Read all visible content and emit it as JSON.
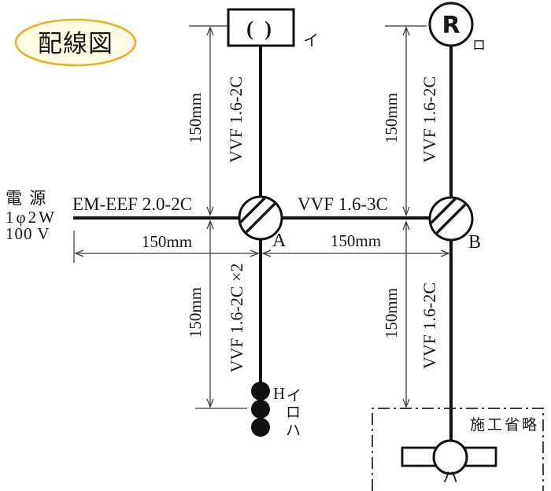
{
  "badge": {
    "label": "配線図"
  },
  "colors": {
    "badge_fill": "#FFFCE3",
    "badge_border": "#EDAF26",
    "ink": "#171717"
  },
  "power": {
    "lines": [
      "電 源",
      "1φ2W",
      "100 V"
    ]
  },
  "cables": {
    "power_feed": "EM-EEF 2.0-2C",
    "a_to_b": "VVF 1.6-3C",
    "a_up": "VVF 1.6-2C",
    "b_up": "VVF 1.6-2C",
    "a_down": "VVF 1.6-2C ×2",
    "b_down": "VVF 1.6-2C"
  },
  "dims": {
    "tl": "150mm",
    "tr": "150mm",
    "left_h": "150mm",
    "ab_h": "150mm",
    "bl": "150mm",
    "br": "150mm"
  },
  "devices": {
    "ceiling_light": {
      "symbol": "( )",
      "label": "イ"
    },
    "receptacle": {
      "symbol": "R",
      "label": "ロ"
    },
    "junction_a": {
      "label": "A"
    },
    "junction_b": {
      "label": "B"
    },
    "switch_pilot_mark": "H",
    "switches": {
      "first": "イ",
      "second": "ロ",
      "third": "ハ"
    },
    "fluorescent": {
      "label": "ハ"
    }
  },
  "omitted": {
    "label": "施工省略"
  }
}
